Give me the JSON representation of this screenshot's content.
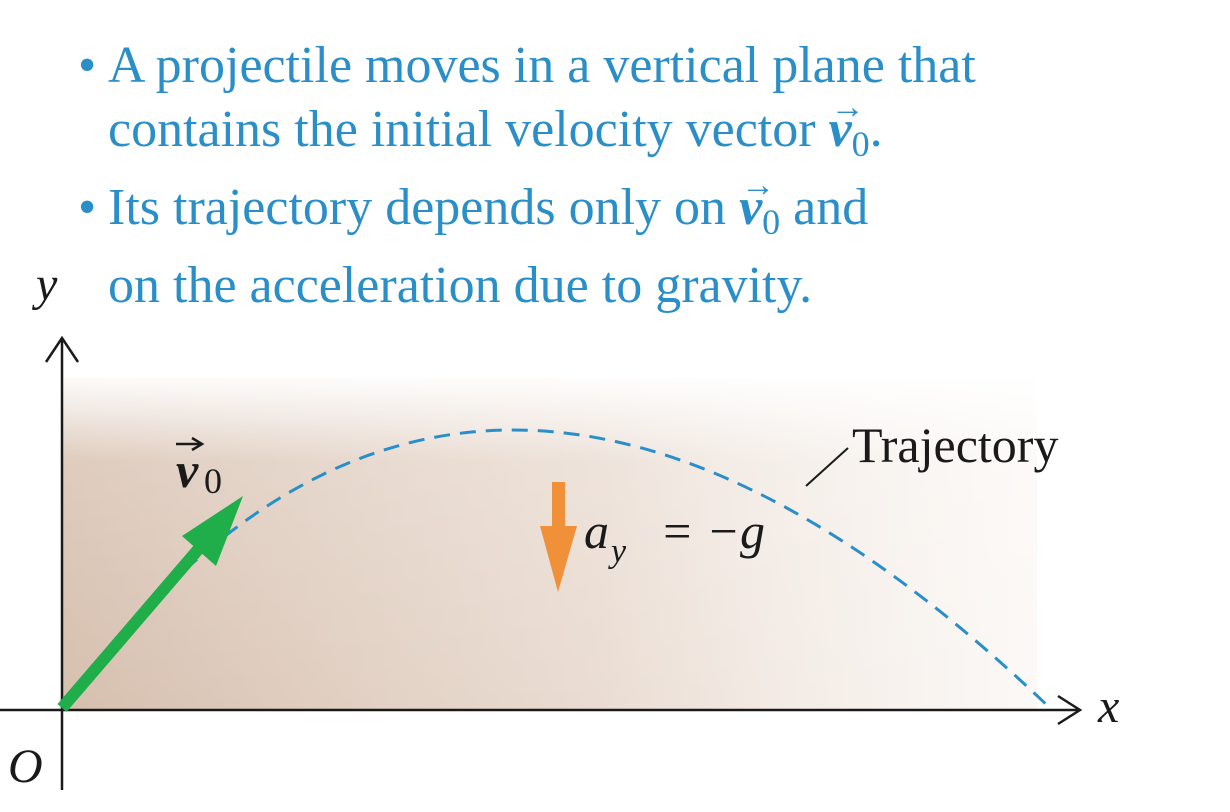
{
  "bullets": [
    {
      "line1": "A projectile moves in a vertical plane that",
      "line2_pre": "contains the initial velocity vector ",
      "line2_post": "."
    },
    {
      "line1_pre": "Its trajectory depends only on ",
      "line1_post": " and",
      "line2": "on the acceleration due to gravity."
    }
  ],
  "vector_symbol": {
    "letter": "v",
    "subscript": "0",
    "arrow": "→"
  },
  "axes": {
    "x_label": "x",
    "y_label": "y",
    "origin_label": "O"
  },
  "labels": {
    "v0_letter": "v",
    "v0_sub": "0",
    "trajectory": "Trajectory",
    "accel_a": "a",
    "accel_sub": "y",
    "accel_rhs": "= −g"
  },
  "colors": {
    "text_blue": "#2a8fc8",
    "velocity_arrow": "#1fae4a",
    "acceleration_arrow": "#f0913a",
    "trajectory": "#2a8fc8",
    "background_shade": "#d9c3b2",
    "axes": "#1a1a1a"
  }
}
